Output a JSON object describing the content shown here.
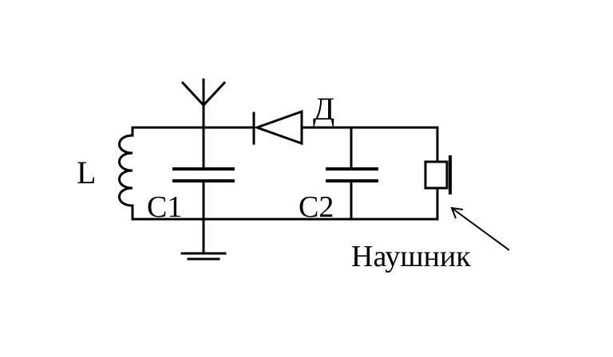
{
  "labels": {
    "inductor": "L",
    "capacitor_1": "C1",
    "capacitor_2": "C2",
    "diode": "Д",
    "headphone": "Наушник"
  },
  "colors": {
    "background": "#ffffff",
    "ink": "#000000"
  }
}
